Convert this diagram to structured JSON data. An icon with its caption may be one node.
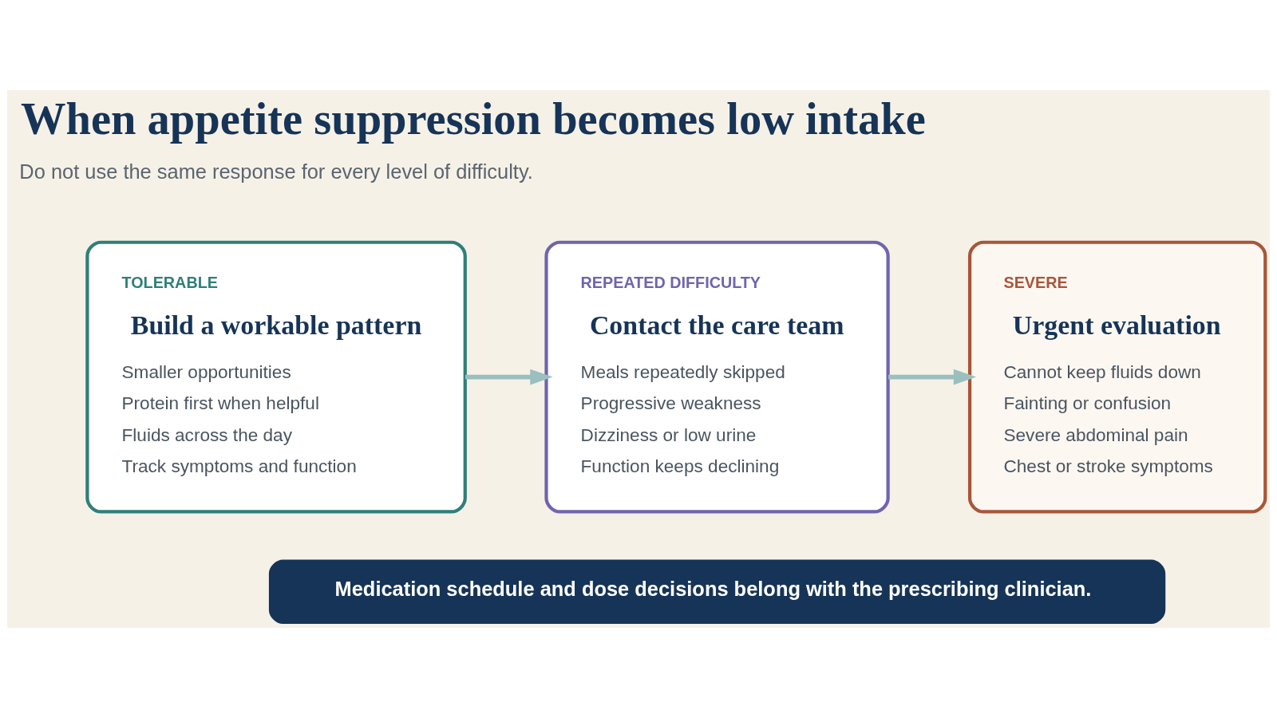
{
  "diagram": {
    "title": "When appetite suppression becomes low intake",
    "nodes": [
      {
        "text": [
          "TOLERABLE",
          "Build a workable pattern",
          "Smaller opportunities",
          "Protein first when helpful",
          "Fluids across the day",
          "Track symptoms and function"
        ]
      },
      {
        "text": [
          "REPEATED DIFFICULTY",
          "Contact the care team",
          "Meals repeatedly skipped",
          "Progressive weakness",
          "Dizziness or low urine",
          "Function keeps declining"
        ]
      },
      {
        "text": [
          "SEVERE",
          "Urgent evaluation",
          "Cannot keep fluids down",
          "Fainting or confusion",
          "Severe abdominal pain",
          "Chest or stroke symptoms"
        ]
      },
      {
        "text": [
          "Medication schedule and dose decisions belong with the prescribing clinician."
        ]
      }
    ],
    "edges": [
      {
        "from": 0,
        "to": 1,
        "arrow": "to"
      },
      {
        "from": 1,
        "to": 2,
        "arrow": "to"
      }
    ],
    "labels": [
      "Do not use the same response for every level of difficulty."
    ]
  }
}
